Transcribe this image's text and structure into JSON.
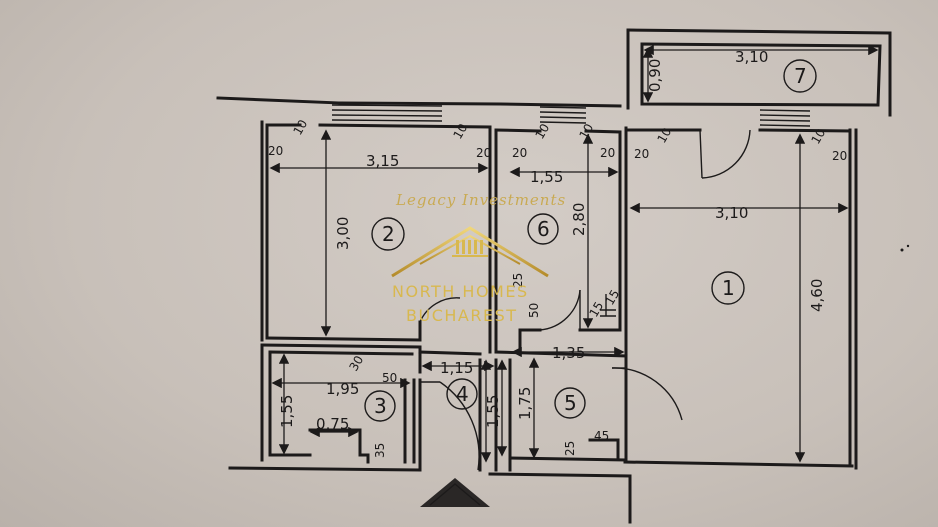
{
  "watermark": {
    "tagline": "Legacy Investments",
    "brand_line1": "NORTH HOMES",
    "brand_line2": "BUCHAREST",
    "color": "#d8b84f"
  },
  "rooms": {
    "r1": "1",
    "r2": "2",
    "r3": "3",
    "r4": "4",
    "r5": "5",
    "r6": "6",
    "r7": "7"
  },
  "dimensions": {
    "balcony_width": "3,10",
    "balcony_depth": "0,90",
    "room1_width": "3,10",
    "room1_length": "4,60",
    "room2_width": "3,15",
    "room2_length": "3,00",
    "room6_width": "1,55",
    "room6_length": "2,80",
    "hall_width": "1,15",
    "hall_length": "1,55",
    "room5_width": "1,35",
    "room5_length": "1,75",
    "room3_width": "1,95",
    "room3_length": "1,55",
    "room3_inner": "0,75"
  },
  "wall_labels": {
    "w20": "20",
    "w10": "10",
    "w30": "30",
    "w50": "50",
    "w35": "35",
    "w25": "25",
    "w45": "45",
    "w15": "15"
  },
  "colors": {
    "paper": "#c9c2bc",
    "ink": "#1c1a1a",
    "gold": "#d8b84f"
  }
}
